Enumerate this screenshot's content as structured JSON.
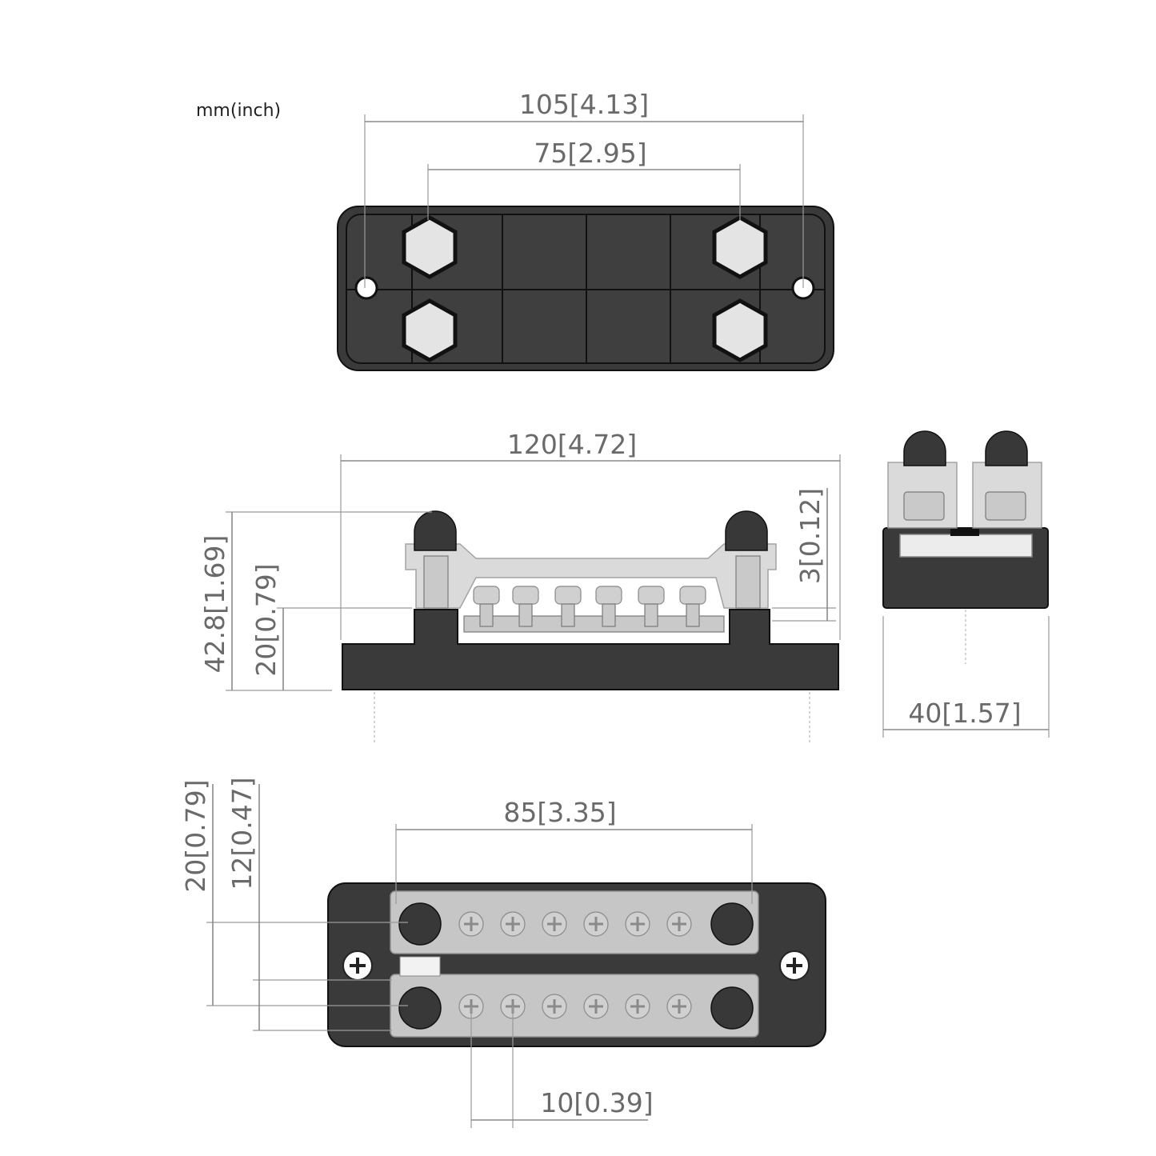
{
  "units_label": "mm(inch)",
  "top_view": {
    "dim_overall_holes": "105[4.13]",
    "dim_studs": "75[2.95]"
  },
  "front_view": {
    "dim_length": "120[4.72]",
    "dim_total_height": "42.8[1.69]",
    "dim_base_height": "20[0.79]",
    "dim_gap": "3[0.12]"
  },
  "side_view": {
    "dim_width": "40[1.57]"
  },
  "bottom_view": {
    "dim_stud_spacing": "85[3.35]",
    "dim_row_offset_outer": "20[0.79]",
    "dim_row_offset_inner": "12[0.47]",
    "dim_screw_pitch": "10[0.39]"
  },
  "colors": {
    "body": "#3a3a3a",
    "dimension_lines": "#8a8a8a",
    "dimension_text": "#6a6a6a"
  }
}
